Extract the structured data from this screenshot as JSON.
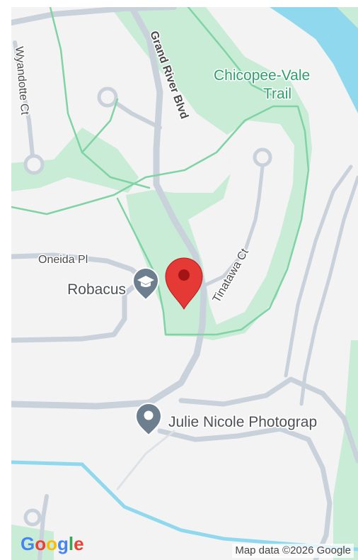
{
  "map": {
    "labels": {
      "grand_river_blvd": "Grand River Blvd",
      "wyandotte_ct": "Wyandotte Ct",
      "trail_line1": "Chicopee-Vale",
      "trail_line2": "Trail",
      "tinatawa_ct": "Tinatawa Ct",
      "oneida_pl": "Oneida Pl"
    },
    "pois": {
      "school_name": "Robacus",
      "photo_name": "Julie Nicole Photograp"
    },
    "icons": {
      "selected_marker": "red-location-pin",
      "school": "graduation-cap",
      "generic_place": "grey-circle-pin"
    },
    "footer": {
      "logo_letters": [
        "G",
        "o",
        "o",
        "g",
        "l",
        "e"
      ],
      "logo_colors": [
        "#4285F4",
        "#EA4335",
        "#FBBC05",
        "#4285F4",
        "#34A853",
        "#EA4335"
      ],
      "attribution": "Map data ©2026 Google"
    },
    "colors": {
      "land": "#f3f3f3",
      "park": "#c2ead4",
      "trail": "#7ed6a6",
      "road": "#c9d1da",
      "water": "#8fd8ee",
      "marker": "#e53935"
    }
  }
}
